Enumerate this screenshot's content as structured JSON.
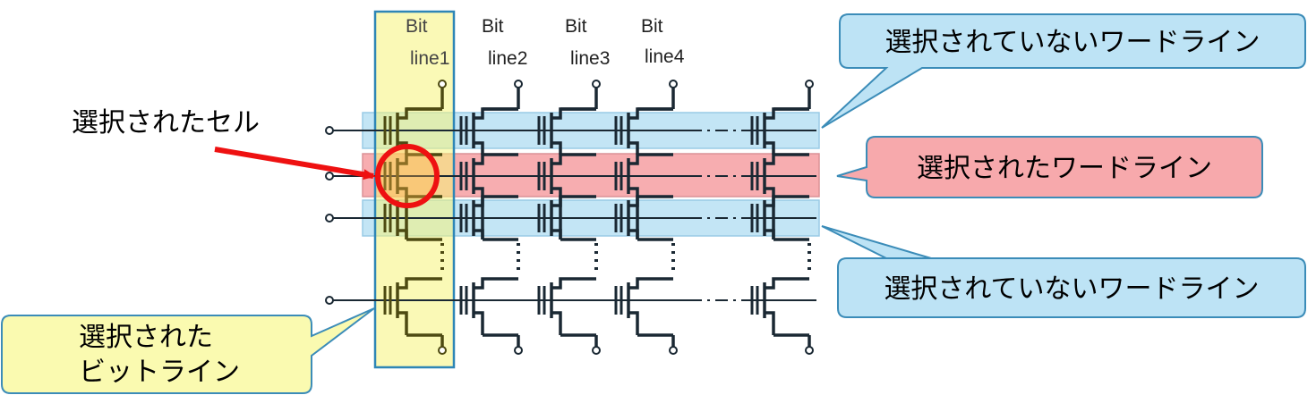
{
  "bitlines": [
    {
      "top": "Bit",
      "bottom": "line1"
    },
    {
      "top": "Bit",
      "bottom": "line2"
    },
    {
      "top": "Bit",
      "bottom": "line3"
    },
    {
      "top": "Bit",
      "bottom": "line4"
    }
  ],
  "callouts": {
    "unselected_word_top": "選択されていないワードライン",
    "selected_word": "選択されたワードライン",
    "unselected_word_bottom": "選択されていないワードライン",
    "selected_bitline_line1": "選択された",
    "selected_bitline_line2": "ビットライン"
  },
  "labels": {
    "selected_cell": "選択されたセル"
  },
  "colors": {
    "blue_fill": "#BDE3F5",
    "blue_stroke": "#3B8CB8",
    "red_fill": "#F7A9AC",
    "yellow_fill": "#FAFAB0",
    "yellow_stroke": "#2E86B6",
    "highlight_circle": "#EE1111",
    "arrow": "#EE1111",
    "wire_dark": "#1A2833",
    "wire_olive": "#4D4A12"
  }
}
